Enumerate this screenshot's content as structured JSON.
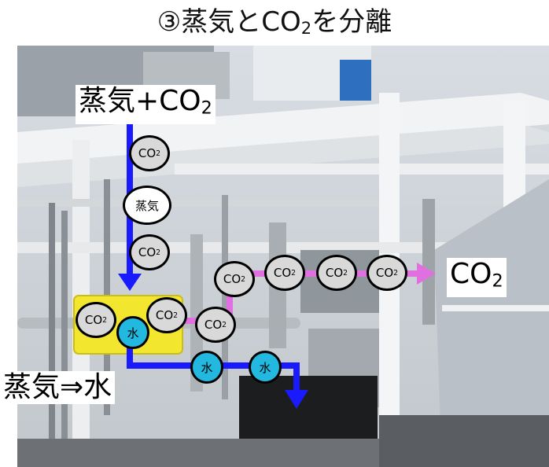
{
  "title": {
    "prefix": "③蒸気と",
    "co": "CO",
    "sub": "2",
    "suffix": "を分離"
  },
  "labels": {
    "input": {
      "main": "蒸気+CO",
      "sub": "2"
    },
    "output": {
      "main": "CO",
      "sub": "2"
    },
    "water": "蒸気⇒水"
  },
  "bubbles": {
    "co2": {
      "main": "CO",
      "sub": "2"
    },
    "steam": "蒸気",
    "water": "水"
  },
  "colors": {
    "blue_flow": "#1a1aff",
    "magenta_flow": "#e070e0",
    "water_bubble": "#22b8df",
    "co2_bubble": "#d9d9d9",
    "tank": "#f2e62e"
  }
}
